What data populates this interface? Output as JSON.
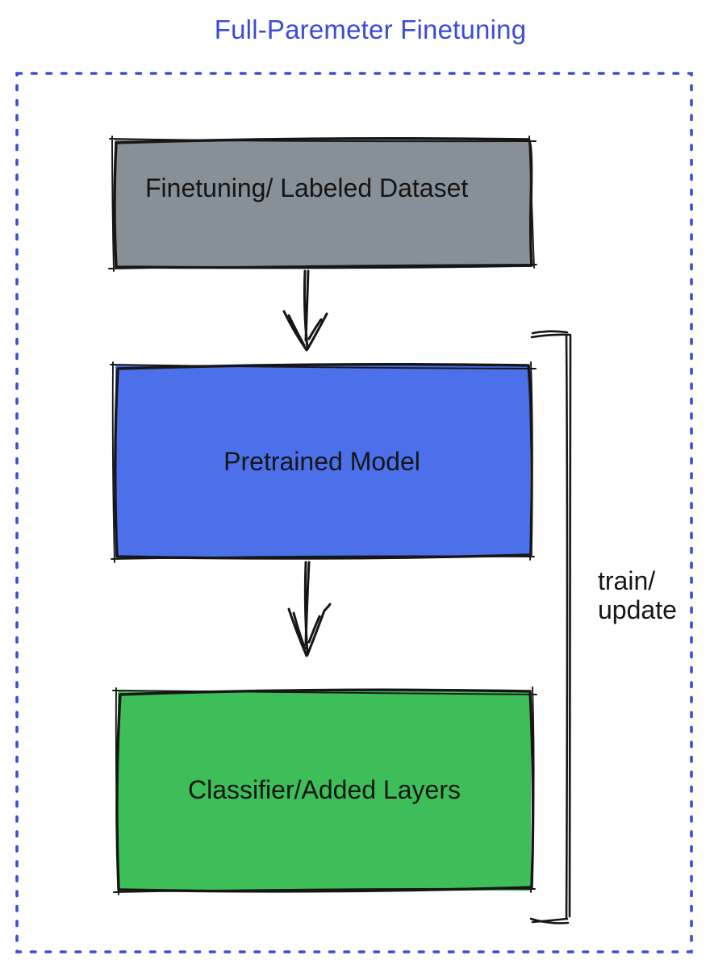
{
  "title": "Full-Paremeter Finetuning",
  "colors": {
    "title_text": "#3D4BD7",
    "frame_dotted": "#3B4ED4",
    "sketch_stroke": "#161616",
    "label_text": "#151515"
  },
  "frame": {
    "style": "dotted-rounded-dashes"
  },
  "boxes": [
    {
      "id": "dataset",
      "label": "Finetuning/ Labeled Dataset",
      "fill": "#878F97"
    },
    {
      "id": "pretrained",
      "label": "Pretrained Model",
      "fill": "#4B70EA"
    },
    {
      "id": "classifier",
      "label": "Classifier/Added Layers",
      "fill": "#3EBE58"
    }
  ],
  "arrows": [
    {
      "from": "dataset",
      "to": "pretrained"
    },
    {
      "from": "pretrained",
      "to": "classifier"
    }
  ],
  "loop": {
    "label": "train/\nupdate",
    "spans": "pretrained+classifier"
  }
}
